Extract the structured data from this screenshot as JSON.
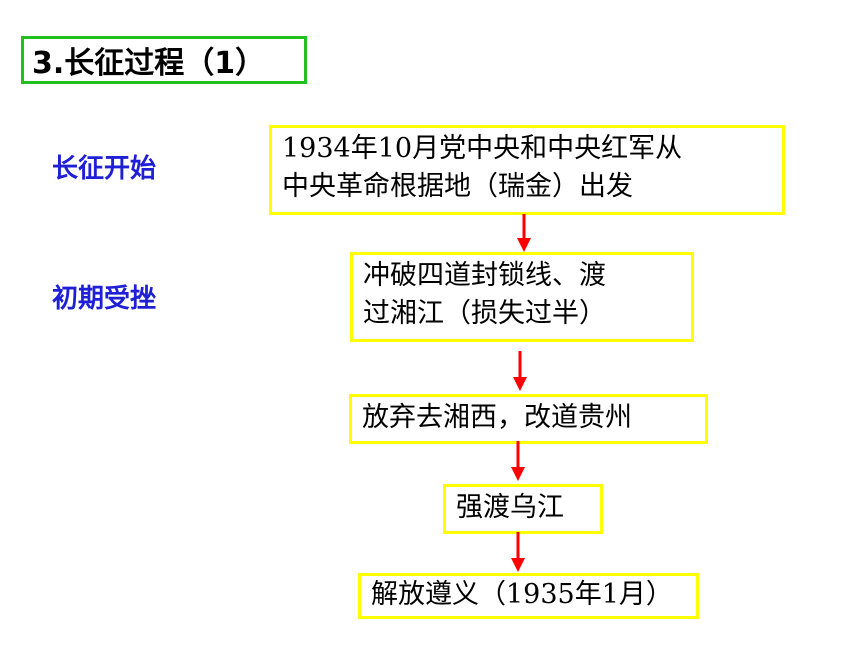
{
  "title": "3.长征过程（1）",
  "side_labels": {
    "start": "长征开始",
    "setback": "初期受挫"
  },
  "steps": [
    {
      "line1": "1934年10月党中央和中央红军从",
      "line2": "中央革命根据地（瑞金）出发"
    },
    {
      "line1": "冲破四道封锁线、渡",
      "line2": "过湘江（损失过半）"
    },
    {
      "line1": "放弃去湘西，改道贵州"
    },
    {
      "line1": "强渡乌江"
    },
    {
      "line1": "解放遵义（1935年1月）"
    }
  ],
  "colors": {
    "title_border": "#22c01e",
    "box_border": "#ffff00",
    "side_label": "#1f1fd6",
    "arrow": "#ff0000"
  }
}
